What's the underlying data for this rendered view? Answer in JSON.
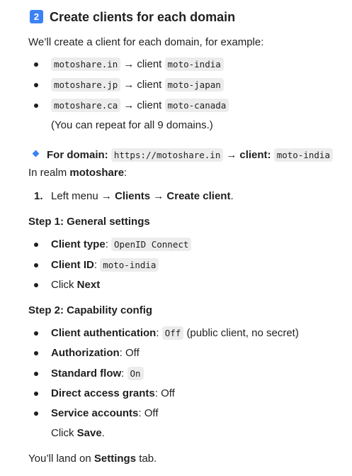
{
  "heading": {
    "badge": "2",
    "title": "Create clients for each domain"
  },
  "intro": "We’ll create a client for each domain, for example:",
  "arrow": "→",
  "client_word": "client",
  "examples": [
    {
      "domain": "motoshare.in",
      "client": "moto-india"
    },
    {
      "domain": "motoshare.jp",
      "client": "moto-japan"
    },
    {
      "domain": "motoshare.ca",
      "client": "moto-canada"
    }
  ],
  "repeat_note": "(You can repeat for all 9 domains.)",
  "domain_line": {
    "label": "For domain:",
    "url": "https://motoshare.in",
    "client_label": "client:",
    "client": "moto-india"
  },
  "realm_line": {
    "prefix": "In realm ",
    "realm": "motoshare",
    "suffix": ":"
  },
  "step_list": {
    "number": "1.",
    "prefix": "Left menu ",
    "item1": "Clients",
    "item2": "Create client",
    "suffix": "."
  },
  "step1": {
    "title": "Step 1: General settings",
    "client_type_label": "Client type",
    "client_type_value": "OpenID Connect",
    "client_id_label": "Client ID",
    "client_id_value": "moto-india",
    "click_prefix": "Click ",
    "click_target": "Next"
  },
  "step2": {
    "title": "Step 2: Capability config",
    "client_auth_label": "Client authentication",
    "client_auth_value": "Off",
    "client_auth_note": "(public client, no secret)",
    "authorization_label": "Authorization",
    "authorization_value": "Off",
    "standard_flow_label": "Standard flow",
    "standard_flow_value": "On",
    "direct_access_label": "Direct access grants",
    "direct_access_value": "Off",
    "service_accounts_label": "Service accounts",
    "service_accounts_value": "Off",
    "click_prefix": "Click ",
    "click_target": "Save",
    "click_suffix": "."
  },
  "footer": {
    "prefix": "You’ll land on ",
    "tab": "Settings",
    "suffix": " tab."
  },
  "colors": {
    "accent": "#3b82f6",
    "code_bg": "#ececec",
    "text": "#1f1f1f"
  }
}
